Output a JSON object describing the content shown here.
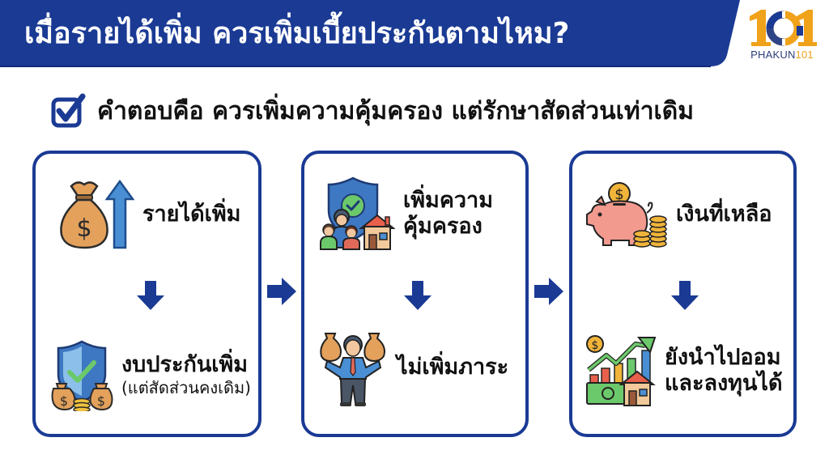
{
  "header": {
    "title": "เมื่อรายได้เพิ่ม ควรเพิ่มเบี้ยประกันตามไหม?",
    "background_color": "#1a3a94",
    "logo": {
      "number": "101",
      "brand_primary": "PHAKUN",
      "brand_suffix": "101",
      "colors": {
        "orange": "#f0a21a",
        "navy": "#2c3e7a"
      }
    }
  },
  "answer": {
    "icon": "checkbox-checked-icon",
    "text": "คำตอบคือ ควรเพิ่มความคุ้มครอง แต่รักษาสัดส่วนเท่าเดิม"
  },
  "flow": {
    "accent_color": "#1a3a94",
    "cards": [
      {
        "top": {
          "icon": "money-bag-up-arrow-icon",
          "label": "รายได้เพิ่ม"
        },
        "bottom": {
          "icon": "shield-money-bags-icon",
          "label": "งบประกันเพิ่ม",
          "sublabel": "(แต่สัดส่วนคงเดิม)"
        }
      },
      {
        "top": {
          "icon": "shield-family-house-icon",
          "label_line1": "เพิ่มความ",
          "label_line2": "คุ้มครอง"
        },
        "bottom": {
          "icon": "person-holding-money-bags-icon",
          "label": "ไม่เพิ่มภาระ"
        }
      },
      {
        "top": {
          "icon": "piggy-bank-coins-icon",
          "label": "เงินที่เหลือ"
        },
        "bottom": {
          "icon": "investment-growth-house-icon",
          "label_line1": "ยังนำไปออม",
          "label_line2": "และลงทุนได้"
        }
      }
    ]
  }
}
